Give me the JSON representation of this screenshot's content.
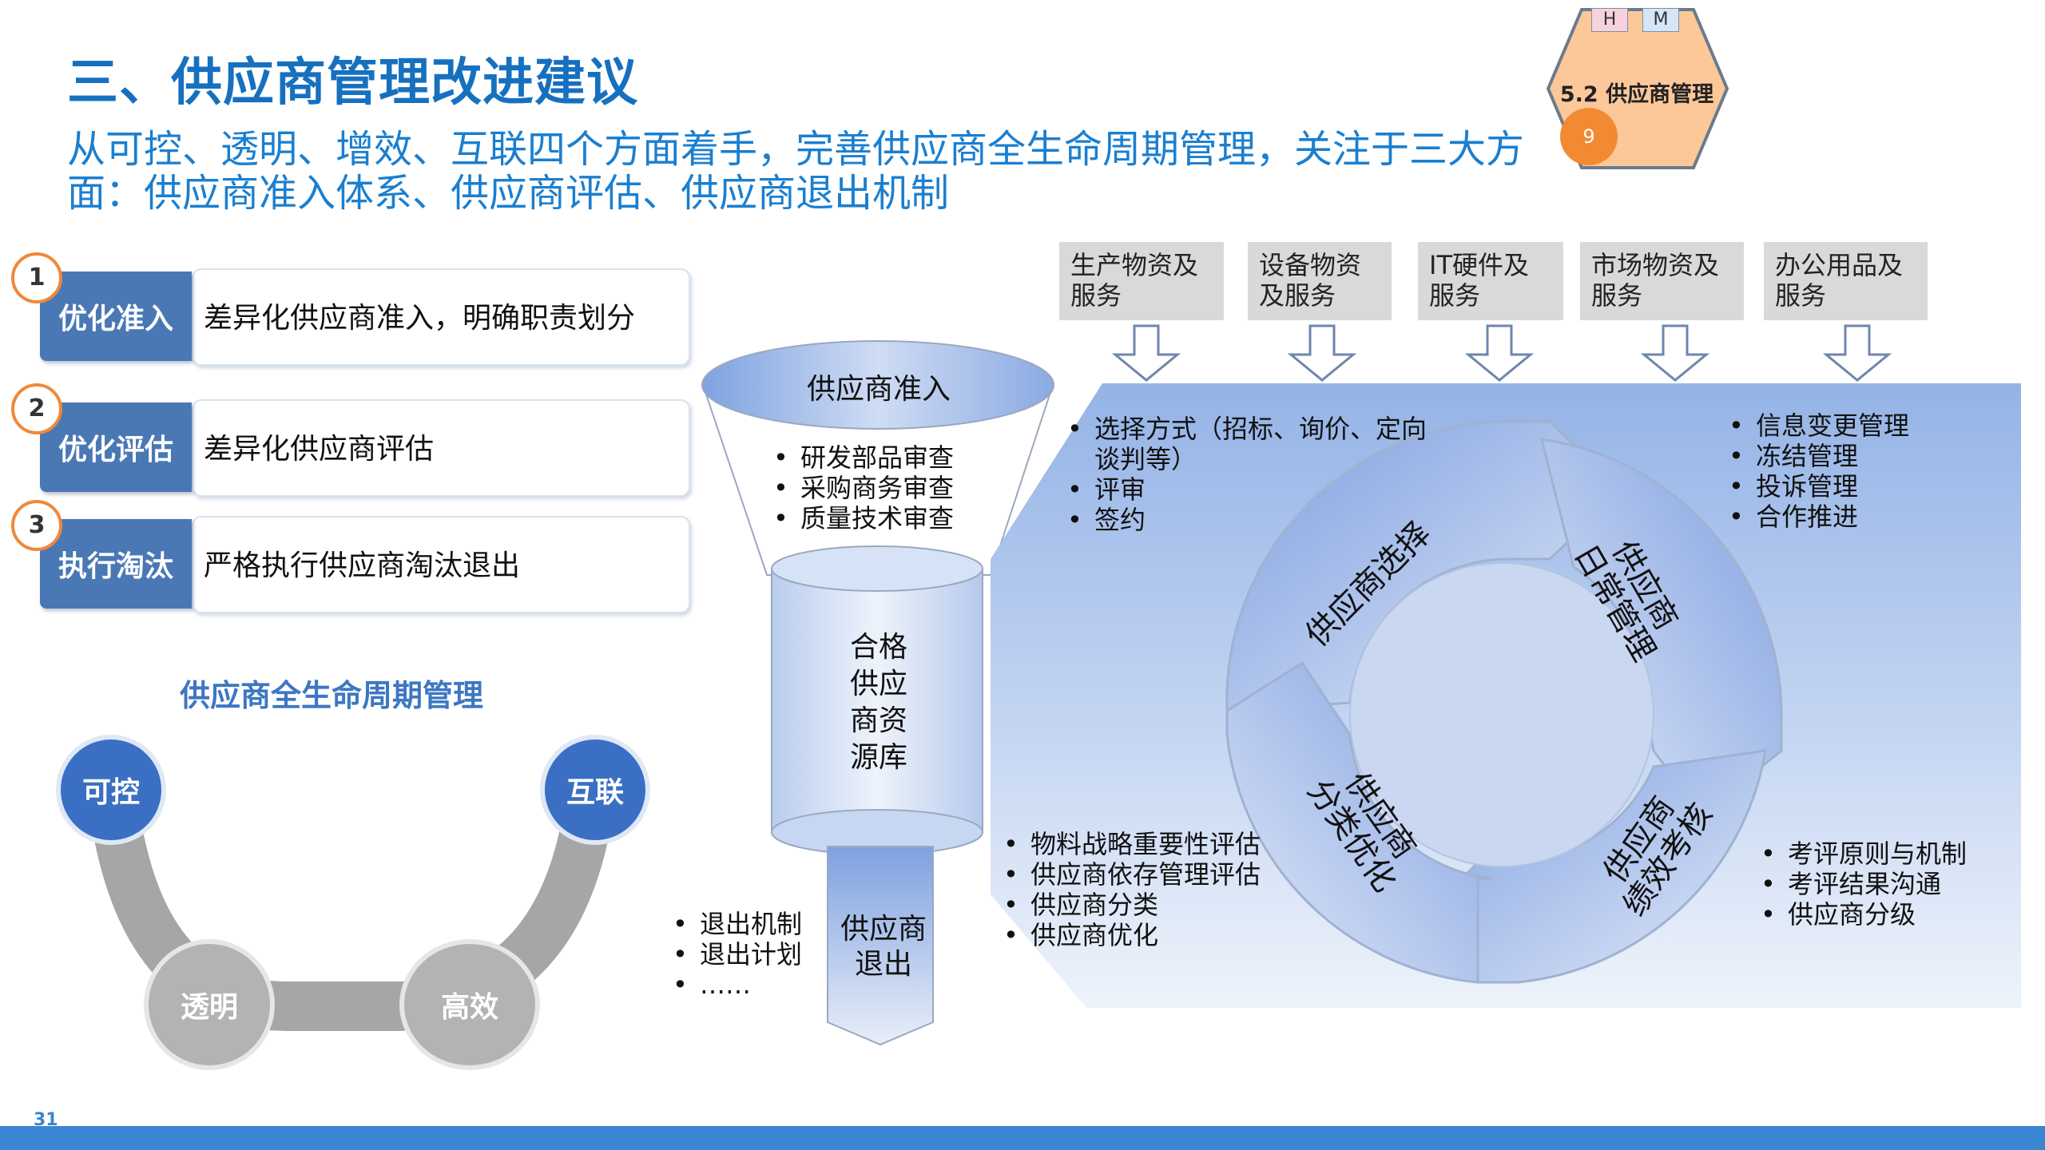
{
  "header": {
    "title": "三、供应商管理改进建议",
    "subtitle": "从可控、透明、增效、互联四个方面着手，完善供应商全生命周期管理，关注于三大方面：供应商准入体系、供应商评估、供应商退出机制"
  },
  "badge": {
    "h_label": "H",
    "m_label": "M",
    "title": "5.2 供应商管理",
    "number": "9"
  },
  "items": [
    {
      "num": "1",
      "tab": "优化准入",
      "text": "差异化供应商准入，明确职责划分"
    },
    {
      "num": "2",
      "tab": "优化评估",
      "text": "差异化供应商评估"
    },
    {
      "num": "3",
      "tab": "执行淘汰",
      "text": "严格执行供应商淘汰退出"
    }
  ],
  "lifecycle": {
    "title": "供应商全生命周期管理",
    "nodes": [
      "可控",
      "互联",
      "透明",
      "高效"
    ]
  },
  "funnel": {
    "top_label": "供应商准入",
    "bullets": [
      "研发部品审查",
      "采购商务审查",
      "质量技术审查"
    ],
    "pool_label": [
      "合格",
      "供应",
      "商资",
      "源库"
    ],
    "exit_label": [
      "供应商",
      "退出"
    ],
    "exit_bullets": [
      "退出机制",
      "退出计划",
      "……"
    ]
  },
  "categories": [
    {
      "line1": "生产物资及",
      "line2": "服务"
    },
    {
      "line1": "设备物资",
      "line2": "及服务"
    },
    {
      "line1": "IT硬件及",
      "line2": "服务"
    },
    {
      "line1": "市场物资及",
      "line2": "服务"
    },
    {
      "line1": "办公用品及",
      "line2": "服务"
    }
  ],
  "cycle": {
    "selection": "供应商选择",
    "daily_line1": "供应商",
    "daily_line2": "日常管理",
    "classify_line1": "供应商",
    "classify_line2": "分类优化",
    "performance_line1": "供应商",
    "performance_line2": "绩效考核",
    "selection_bullets": [
      "选择方式（招标、询价、定向谈判等）",
      "评审",
      "签约"
    ],
    "daily_bullets": [
      "信息变更管理",
      "冻结管理",
      "投诉管理",
      "合作推进"
    ],
    "classify_bullets": [
      "物料战略重要性评估",
      "供应商依存管理评估",
      "供应商分类",
      "供应商优化"
    ],
    "performance_bullets": [
      "考评原则与机制",
      "考评结果沟通",
      "供应商分级"
    ]
  },
  "footer": {
    "page": "31"
  },
  "colors": {
    "title": "#1670c0",
    "accent_blue": "#4a78b5",
    "orange": "#f28a32",
    "grey": "#b3b3b3",
    "bar": "#3b86d2"
  }
}
